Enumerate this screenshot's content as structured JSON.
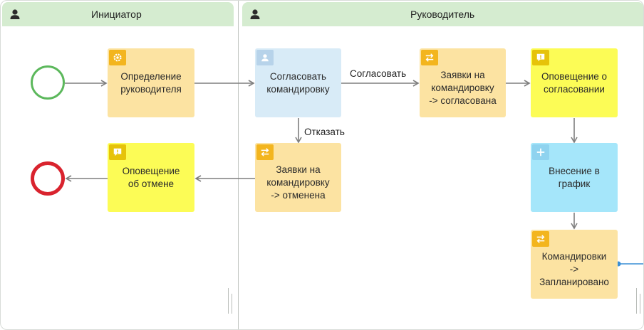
{
  "lanes": {
    "initiator": {
      "title": "Инициатор"
    },
    "manager": {
      "title": "Руководитель"
    }
  },
  "nodes": {
    "determine_manager": {
      "label": "Определение\nруководителя",
      "icon": "gear-icon"
    },
    "approve_trip": {
      "label": "Согласовать\nкомандировку",
      "icon": "user-icon"
    },
    "requests_approved": {
      "label": "Заявки на\nкомандировку\n-> согласована",
      "icon": "swap-arrows-icon"
    },
    "notify_approval": {
      "label": "Оповещение о\nсогласовании",
      "icon": "message-alert-icon"
    },
    "notify_cancel": {
      "label": "Оповещение\nоб отмене",
      "icon": "message-alert-icon"
    },
    "requests_cancelled": {
      "label": "Заявки на\nкомандировку\n-> отменена",
      "icon": "swap-arrows-icon"
    },
    "add_to_schedule": {
      "label": "Внесение в\nграфик",
      "icon": "plus-icon"
    },
    "trips_planned": {
      "label": "Командировки\n->\nЗапланировано",
      "icon": "swap-arrows-icon"
    }
  },
  "edges": {
    "approve_label": "Согласовать",
    "reject_label": "Отказать"
  },
  "colors": {
    "start_event": "#5cb85c",
    "end_event": "#d9232e",
    "connector": "#7f7f7f",
    "lane_header": "#d5ecd0"
  }
}
